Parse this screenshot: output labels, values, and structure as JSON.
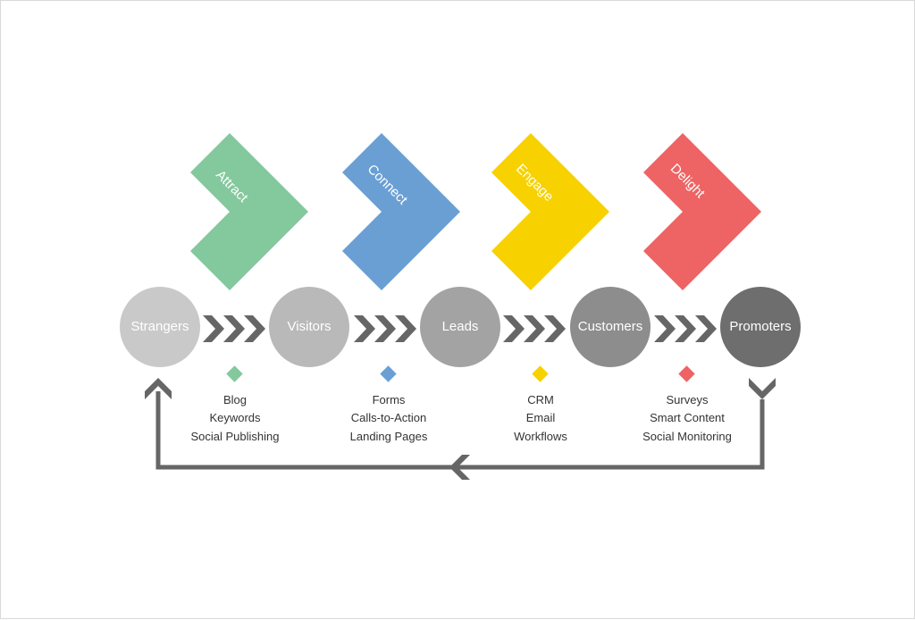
{
  "stages": [
    {
      "label": "Attract",
      "color": "#84c89d"
    },
    {
      "label": "Connect",
      "color": "#6a9fd4"
    },
    {
      "label": "Engage",
      "color": "#f7d100"
    },
    {
      "label": "Delight",
      "color": "#ee6363"
    }
  ],
  "nodes": [
    {
      "label": "Strangers",
      "fill": "#c9c9c9"
    },
    {
      "label": "Visitors",
      "fill": "#b9b9b9"
    },
    {
      "label": "Leads",
      "fill": "#a3a3a3"
    },
    {
      "label": "Customers",
      "fill": "#8d8d8d"
    },
    {
      "label": "Promoters",
      "fill": "#6e6e6e"
    }
  ],
  "tactics": [
    {
      "color": "#84c89d",
      "items": [
        "Blog",
        "Keywords",
        "Social Publishing"
      ]
    },
    {
      "color": "#6a9fd4",
      "items": [
        "Forms",
        "Calls-to-Action",
        "Landing Pages"
      ]
    },
    {
      "color": "#f7d100",
      "items": [
        "CRM",
        "Email",
        "Workflows"
      ]
    },
    {
      "color": "#ee6363",
      "items": [
        "Surveys",
        "Smart Content",
        "Social Monitoring"
      ]
    }
  ],
  "colors": {
    "connector": "#666666",
    "node_text": "#ffffff",
    "tactic_text": "#333333"
  }
}
